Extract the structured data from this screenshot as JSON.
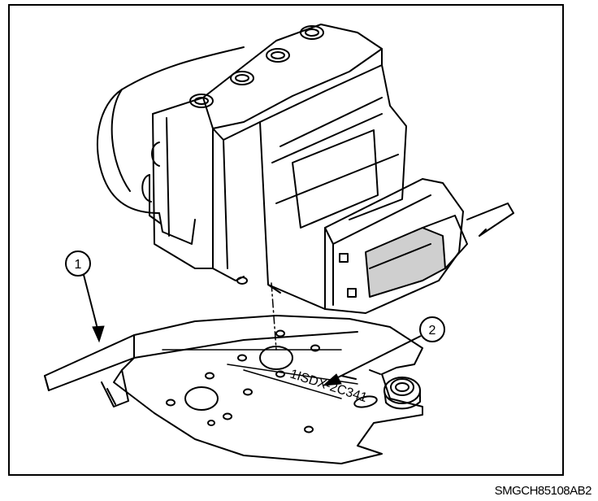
{
  "diagram": {
    "callouts": [
      {
        "number": "1"
      },
      {
        "number": "2"
      }
    ],
    "bracket_stamp": "1ISDX-2C341",
    "figure_code": "SMGCH85108AB2"
  },
  "colors": {
    "ink": "#000000",
    "paper": "#ffffff",
    "shade": "#cfcfcf"
  }
}
